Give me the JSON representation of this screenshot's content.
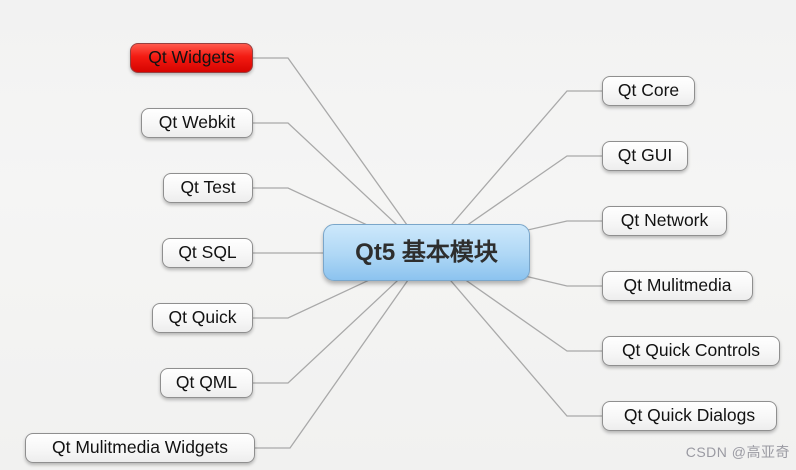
{
  "mindmap": {
    "title": "Qt5 basic modules mind map",
    "center": {
      "label": "Qt5 基本模块",
      "bg_top": "#cde8fb",
      "bg_bottom": "#8cc3ef",
      "border_color": "#7aa6ca"
    },
    "left_nodes": [
      {
        "label": "Qt Widgets",
        "highlighted": true,
        "highlight_color": "#f31b12"
      },
      {
        "label": "Qt Webkit",
        "highlighted": false
      },
      {
        "label": "Qt Test",
        "highlighted": false
      },
      {
        "label": "Qt SQL",
        "highlighted": false
      },
      {
        "label": "Qt Quick",
        "highlighted": false
      },
      {
        "label": "Qt QML",
        "highlighted": false
      },
      {
        "label": "Qt Mulitmedia Widgets",
        "highlighted": false
      }
    ],
    "right_nodes": [
      {
        "label": "Qt Core"
      },
      {
        "label": "Qt GUI"
      },
      {
        "label": "Qt Network"
      },
      {
        "label": "Qt Mulitmedia"
      },
      {
        "label": "Qt Quick Controls"
      },
      {
        "label": "Qt Quick Dialogs"
      }
    ],
    "connector_color": "#a9a9a9",
    "node_border_color": "#8f8f8f",
    "background_color": "#f2f2f2"
  },
  "watermark": {
    "text": "CSDN @高亚奇",
    "color": "#9a9aa2"
  }
}
